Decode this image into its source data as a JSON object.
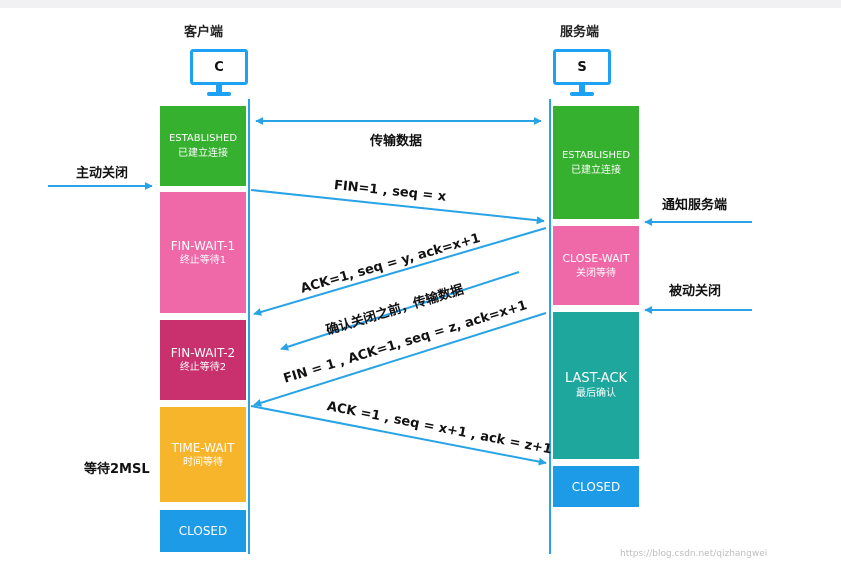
{
  "header": {
    "client_title": "客户端",
    "server_title": "服务端"
  },
  "client": {
    "monitor_letter": "C",
    "states": [
      {
        "name": "ESTABLISHED",
        "sub": "已建立连接",
        "color": "#35b02f"
      },
      {
        "name": "FIN-WAIT-1",
        "sub": "终止等待1",
        "color": "#ef68a7"
      },
      {
        "name": "FIN-WAIT-2",
        "sub": "终止等待2",
        "color": "#c9306e"
      },
      {
        "name": "TIME-WAIT",
        "sub": "时间等待",
        "color": "#f7b52c"
      },
      {
        "name": "CLOSED",
        "sub": "",
        "color": "#1e9be6"
      }
    ]
  },
  "server": {
    "monitor_letter": "S",
    "states": [
      {
        "name": "ESTABLISHED",
        "sub": "已建立连接",
        "color": "#35b02f"
      },
      {
        "name": "CLOSE-WAIT",
        "sub": "关闭等待",
        "color": "#ef68a7"
      },
      {
        "name": "LAST-ACK",
        "sub": "最后确认",
        "color": "#1ea79c"
      },
      {
        "name": "CLOSED",
        "sub": "",
        "color": "#1e9be6"
      }
    ]
  },
  "labels": {
    "active_close": "主动关闭",
    "notify_server": "通知服务端",
    "passive_close": "被动关闭",
    "wait_2msl": "等待2MSL"
  },
  "messages": {
    "transfer": "传输数据",
    "fin1": "FIN=1 , seq = x",
    "ack1": "ACK=1, seq = y, ack=x+1",
    "confirm": "确认关闭之前，传输数据",
    "fin2": "FIN = 1 , ACK=1, seq = z, ack=x+1",
    "ack2": "ACK =1 , seq = x+1 , ack = z+1"
  },
  "colors": {
    "arrow": "#27a3e6",
    "line": "#27a3e6"
  },
  "watermark": "https://blog.csdn.net/qizhangwei"
}
